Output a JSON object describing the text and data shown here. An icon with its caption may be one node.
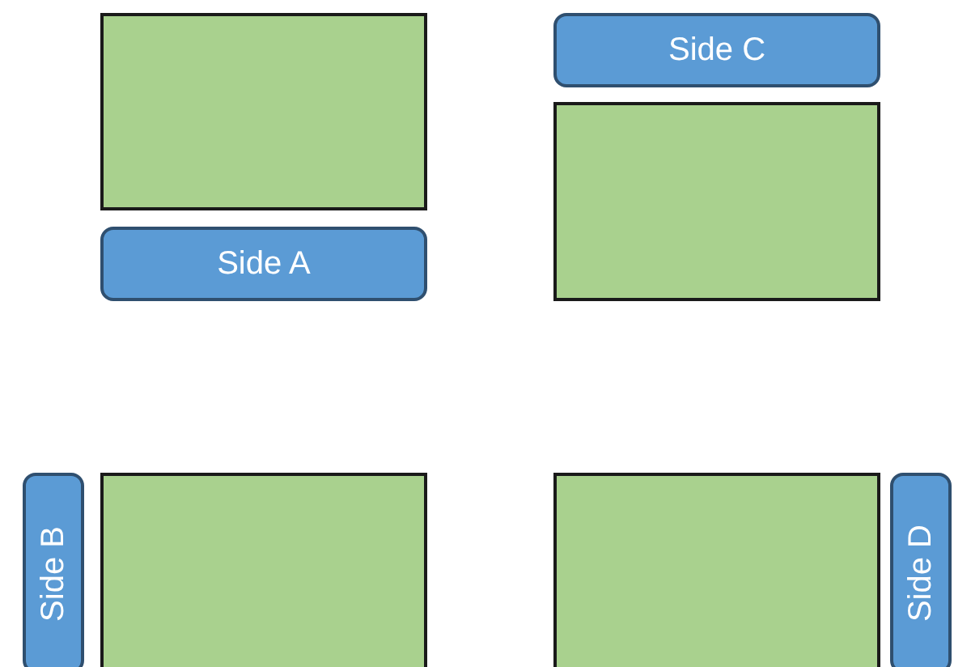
{
  "diagram": {
    "nodes": [
      {
        "text": [],
        "shape": "box"
      },
      {
        "text": [
          "Side C"
        ]
      },
      {
        "text": [],
        "shape": "box"
      },
      {
        "text": [
          "Side A"
        ]
      },
      {
        "text": [
          "Side B"
        ]
      },
      {
        "text": [],
        "shape": "box"
      },
      {
        "text": [],
        "shape": "box"
      },
      {
        "text": [
          "Side D"
        ]
      }
    ]
  }
}
